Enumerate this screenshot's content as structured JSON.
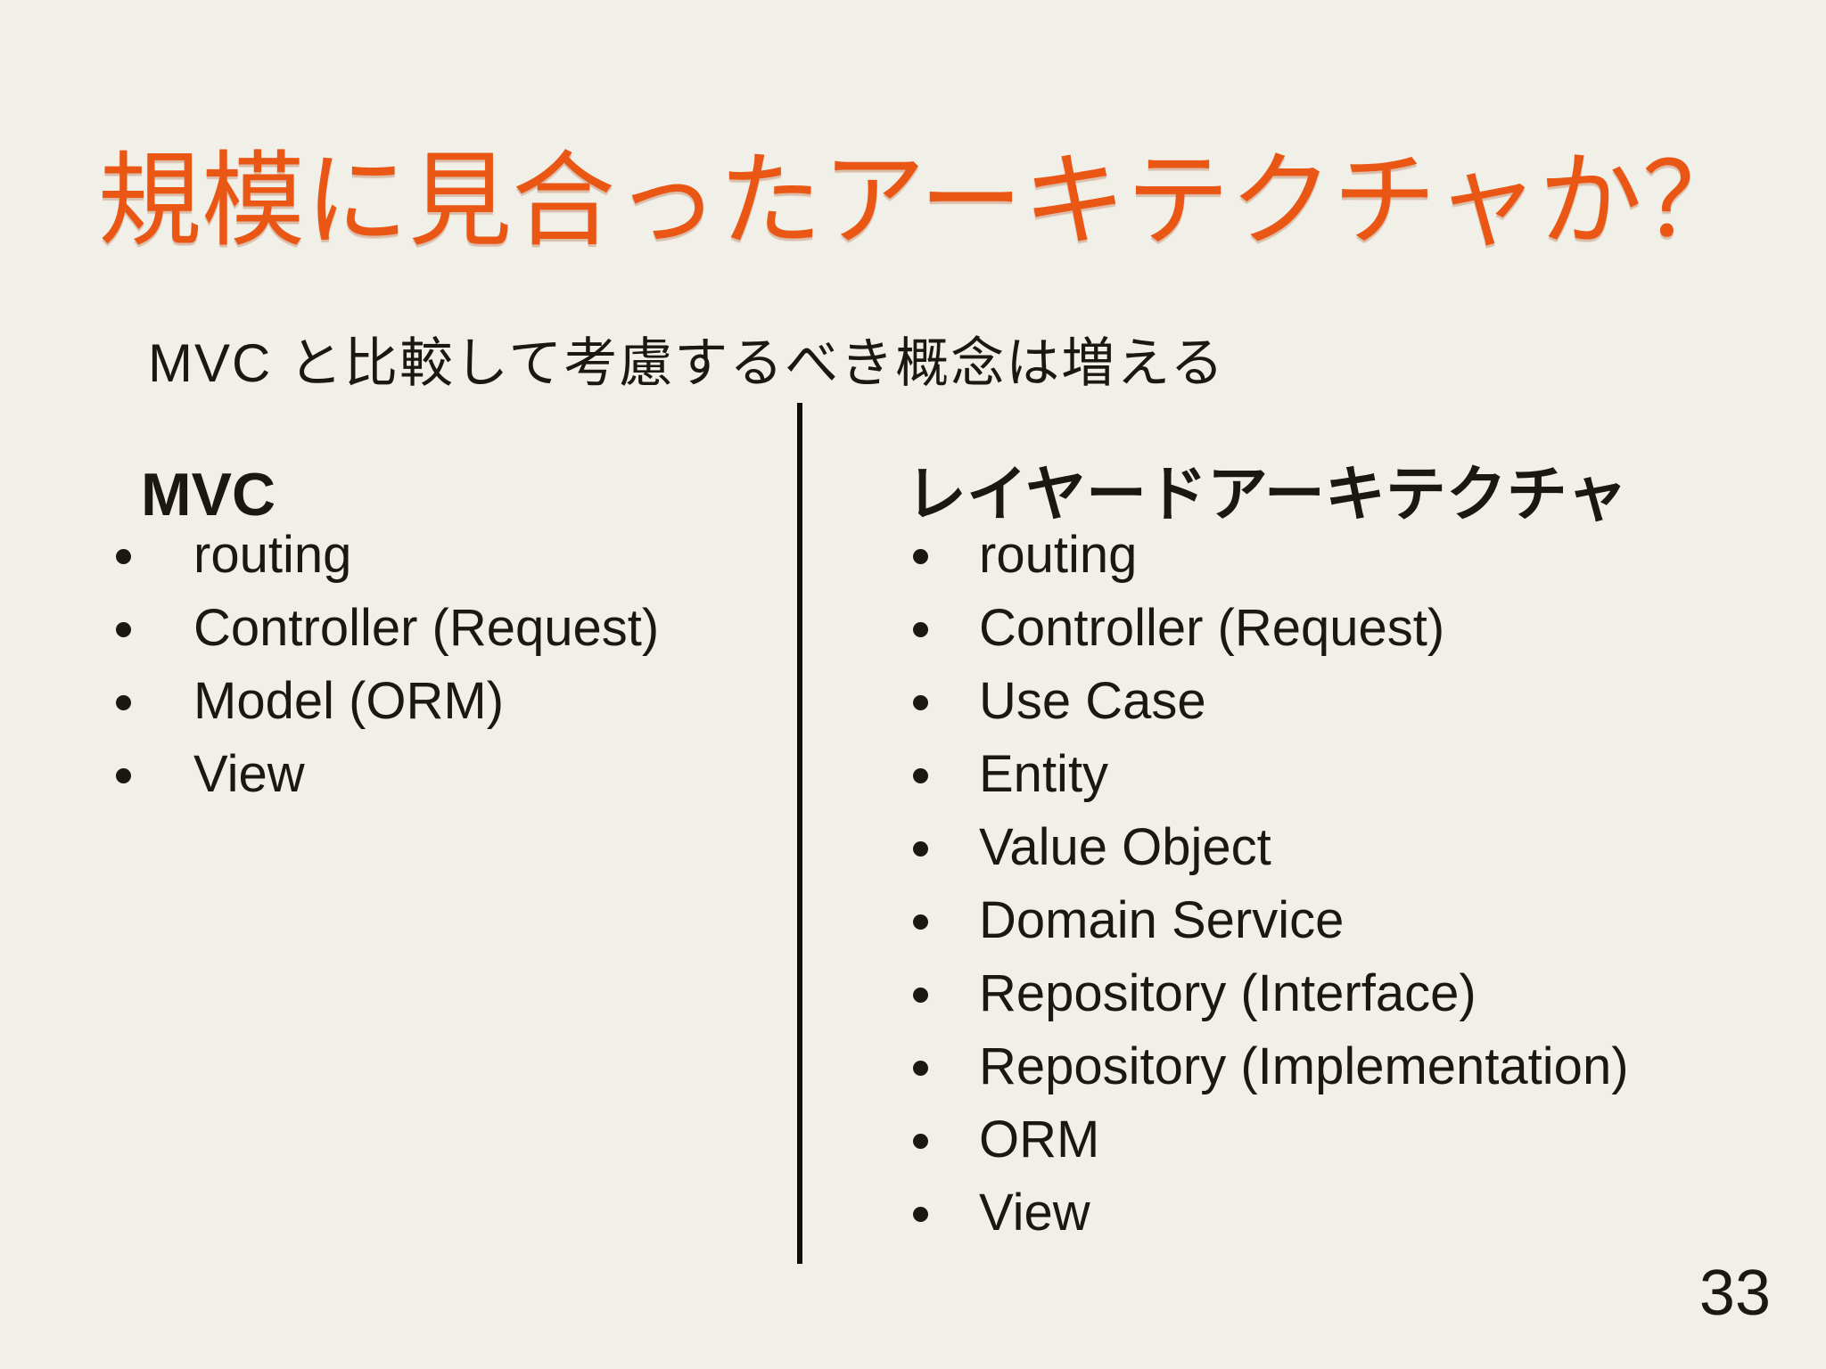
{
  "slide": {
    "title": "規模に見合ったアーキテクチャか？",
    "subtitle": "MVC と比較して考慮するべき概念は増える",
    "page_number": "33",
    "columns": {
      "left": {
        "heading": "MVC",
        "items": [
          "routing",
          "Controller (Request)",
          "Model (ORM)",
          "View"
        ]
      },
      "right": {
        "heading": "レイヤードアーキテクチャ",
        "items": [
          "routing",
          "Controller (Request)",
          "Use Case",
          "Entity",
          "Value Object",
          "Domain Service",
          "Repository (Interface)",
          "Repository (Implementation)",
          "ORM",
          "View"
        ]
      }
    },
    "colors": {
      "background": "#f0efe8",
      "title": "#ea5715",
      "text": "#1b1712",
      "divider": "#0e0c0a"
    }
  }
}
